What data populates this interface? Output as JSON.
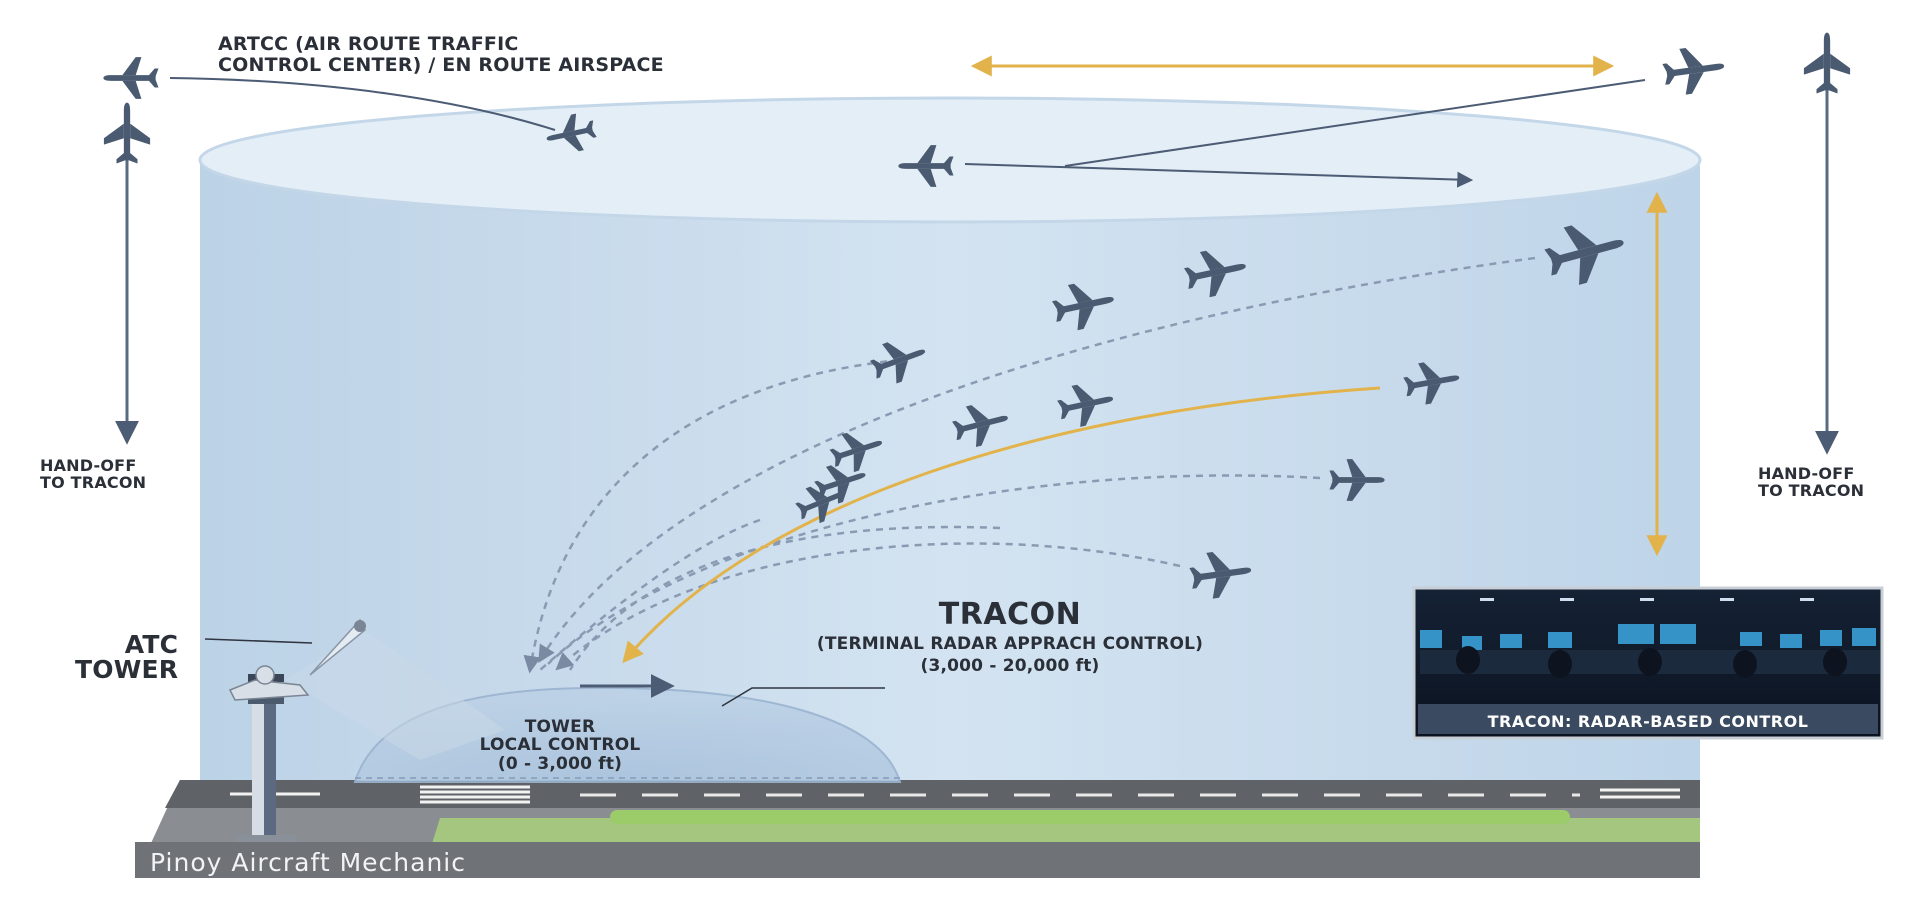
{
  "diagram": {
    "artcc_label": [
      "ARTCC (AIR ROUTE TRAFFIC",
      "CONTROL CENTER) / EN ROUTE AIRSPACE"
    ],
    "handoff_left": [
      "HAND-OFF",
      "TO TRACON"
    ],
    "handoff_right": [
      "HAND-OFF",
      "TO TRACON"
    ],
    "atc_tower_label": [
      "ATC",
      "TOWER"
    ],
    "tracon_title": "TRACON",
    "tracon_subtitle": "(TERMINAL RADAR APPRACH CONTROL)",
    "tracon_altitude": "(3,000 - 20,000 ft)",
    "tower_zone": [
      "TOWER",
      "LOCAL CONTROL",
      "(0 - 3,000 ft)"
    ],
    "room_caption": "TRACON: RADAR-BASED CONTROL",
    "credit": "Pinoy Aircraft Mechanic",
    "icons": [
      "airplane-icon",
      "control-tower-icon",
      "radar-room-photo"
    ],
    "colors": {
      "airspace_fill": "#c9dcec",
      "airspace_top": "#e6eff7",
      "airplane": "#4a5a70",
      "handoff_arrow": "#e2b34a",
      "flight_path": "#8a9ab2",
      "runway": "#7d8084",
      "grass": "#8fbf5f",
      "room_caption_bg": "#3a4a60"
    }
  }
}
